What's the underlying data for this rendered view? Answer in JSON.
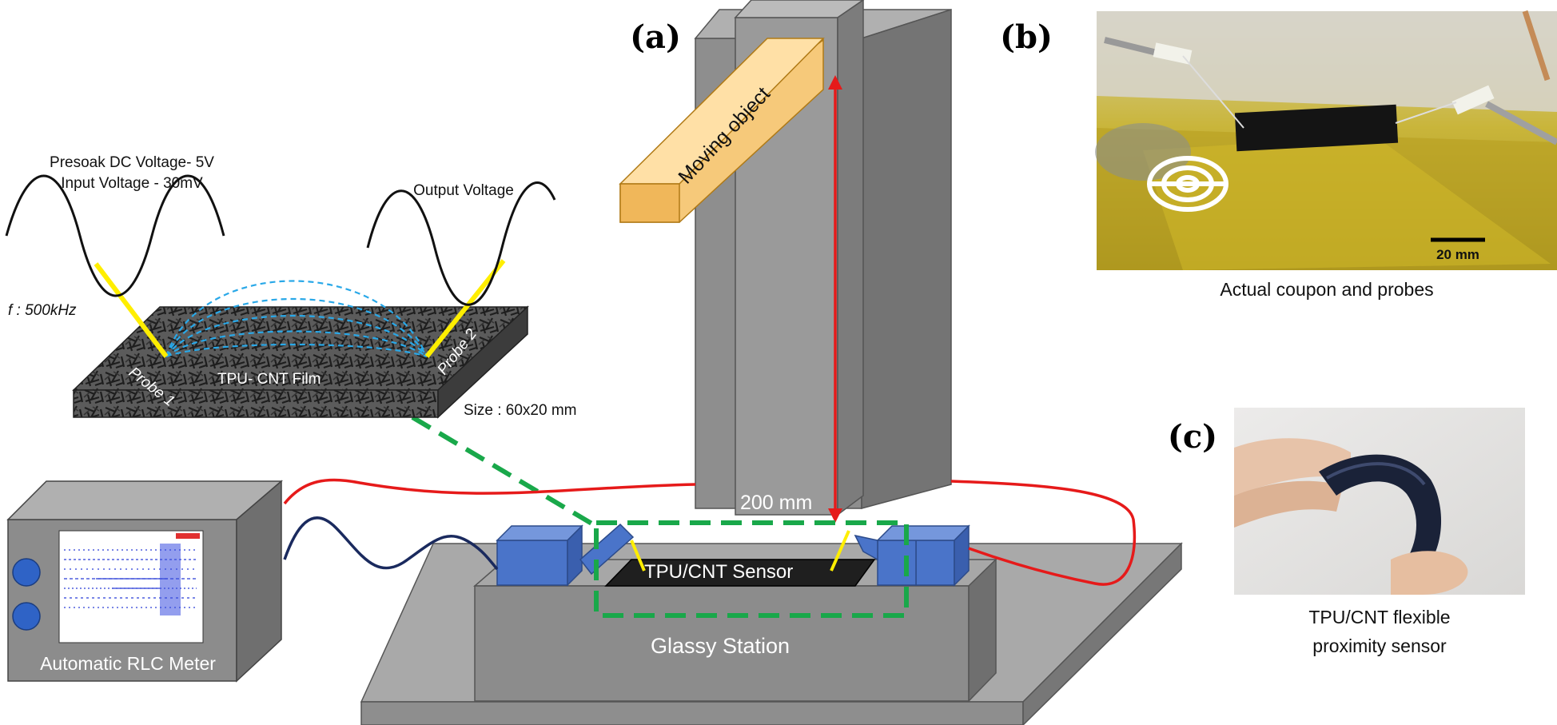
{
  "panels": {
    "a": "(a)",
    "b": "(b)",
    "c": "(c)"
  },
  "left": {
    "presoak": "Presoak DC Voltage- 5V",
    "input": "Input Voltage - 30mV",
    "output": "Output Voltage",
    "frequency": "f : 500kHz",
    "probe1": "Probe 1",
    "probe2": "Probe 2",
    "film": "TPU- CNT Film",
    "size": "Size : 60x20 mm"
  },
  "setup": {
    "moving_object": "Moving object",
    "distance": "200 mm",
    "sensor": "TPU/CNT Sensor",
    "station": "Glassy Station",
    "meter": "Automatic RLC Meter"
  },
  "photos": {
    "b_scale": "20 mm",
    "b_caption": "Actual coupon and probes",
    "c_caption_line1": "TPU/CNT flexible",
    "c_caption_line2": "proximity sensor"
  },
  "colors": {
    "gray_face": "#8c8c8c",
    "gray_dark": "#6f6f6f",
    "gray_light": "#b4b4b4",
    "moving_object": "#f6c97a",
    "clamp_blue": "#4a74c9",
    "wire_red": "#e61a1a",
    "wire_navy": "#1a2a5e",
    "dash_green": "#19a84a",
    "probe_yellow": "#ffee00",
    "field_blue": "#29a8e8"
  }
}
